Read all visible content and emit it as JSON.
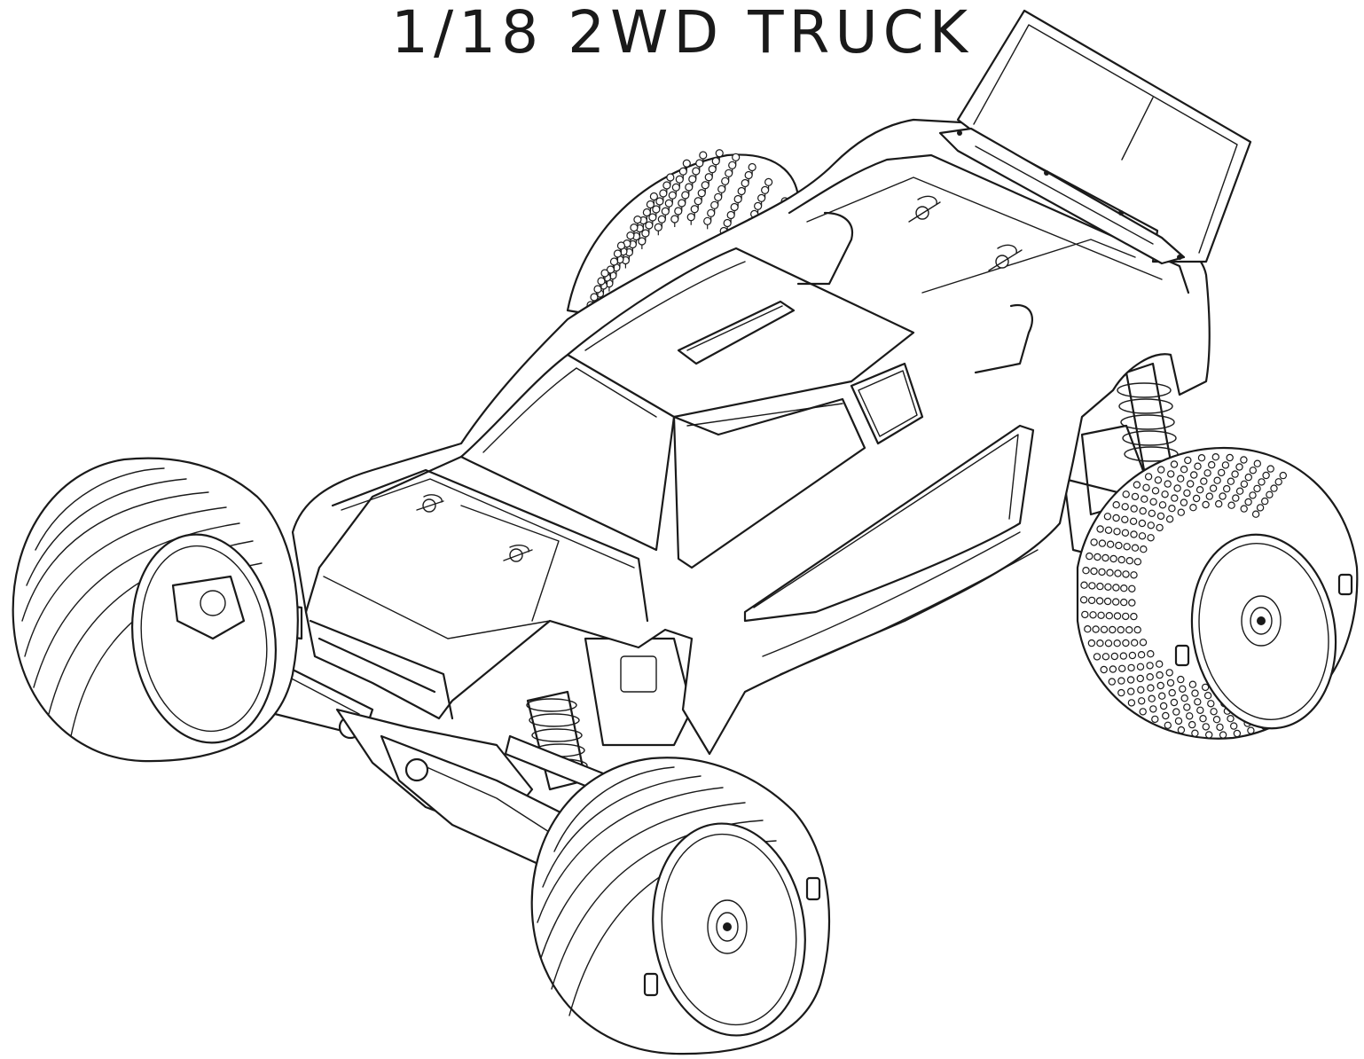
{
  "header": {
    "title": "1/18 2WD TRUCK"
  },
  "illustration": {
    "style": "black line-art",
    "stroke_color": "#1a1a1a",
    "background_color": "#ffffff",
    "icon": "rc-truck-illustration"
  }
}
